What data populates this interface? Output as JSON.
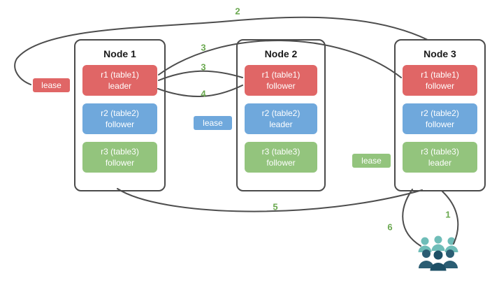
{
  "palette": {
    "red": "#e06666",
    "blue": "#6fa8dc",
    "green": "#93c47d",
    "arrow": "#4d4d4d",
    "step": "#6aa84f",
    "node-border": "#4a4a4a",
    "users-back": "#6fbdb8",
    "users-front": "#2b5d73",
    "users-front-center": "#1d4f66"
  },
  "nodes": [
    {
      "title": "Node 1",
      "replicas": [
        {
          "name": "r1 (table1)",
          "role": "leader",
          "color": "red"
        },
        {
          "name": "r2 (table2)",
          "role": "follower",
          "color": "blue"
        },
        {
          "name": "r3 (table3)",
          "role": "follower",
          "color": "green"
        }
      ]
    },
    {
      "title": "Node 2",
      "replicas": [
        {
          "name": "r1 (table1)",
          "role": "follower",
          "color": "red"
        },
        {
          "name": "r2 (table2)",
          "role": "leader",
          "color": "blue"
        },
        {
          "name": "r3 (table3)",
          "role": "follower",
          "color": "green"
        }
      ]
    },
    {
      "title": "Node 3",
      "replicas": [
        {
          "name": "r1 (table1)",
          "role": "follower",
          "color": "red"
        },
        {
          "name": "r2 (table2)",
          "role": "follower",
          "color": "blue"
        },
        {
          "name": "r3 (table3)",
          "role": "leader",
          "color": "green"
        }
      ]
    }
  ],
  "leases": {
    "red": "lease",
    "blue": "lease",
    "green": "lease"
  },
  "steps": {
    "s1": "1",
    "s2": "2",
    "s3a": "3",
    "s3b": "3",
    "s4": "4",
    "s5": "5",
    "s6": "6"
  },
  "icons": {
    "users": "users-group-icon"
  }
}
